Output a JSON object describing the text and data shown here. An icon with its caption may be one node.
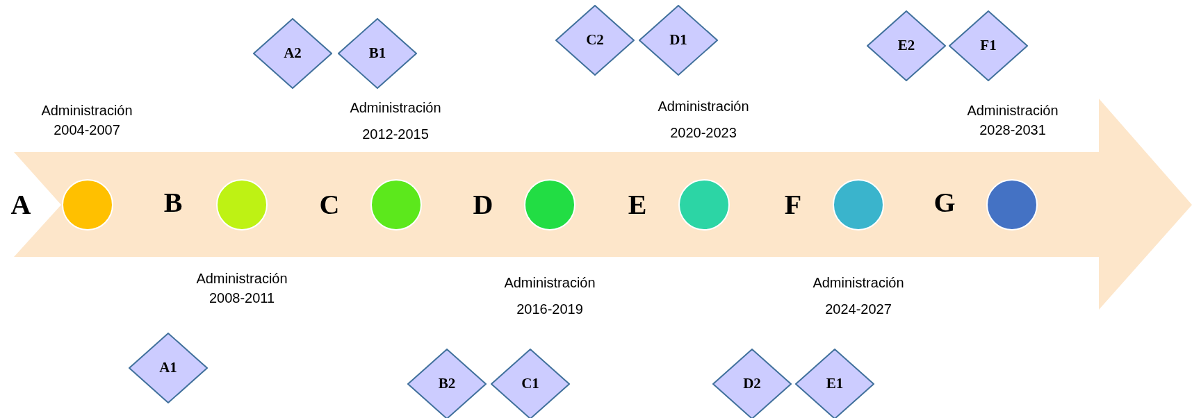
{
  "diagram": {
    "nodes": [
      {
        "text": [
          "A2"
        ]
      },
      {
        "text": [
          "B1"
        ]
      },
      {
        "text": [
          "C2"
        ]
      },
      {
        "text": [
          "D1"
        ]
      },
      {
        "text": [
          "E2"
        ]
      },
      {
        "text": [
          "F1"
        ]
      },
      {
        "text": [],
        "shape": "circle"
      },
      {
        "text": [],
        "shape": "circle"
      },
      {
        "text": [],
        "shape": "circle"
      },
      {
        "text": [],
        "shape": "circle"
      },
      {
        "text": [],
        "shape": "circle"
      },
      {
        "text": [],
        "shape": "circle"
      },
      {
        "text": [],
        "shape": "circle"
      },
      {
        "text": [
          "A1"
        ]
      },
      {
        "text": [
          "B2"
        ]
      },
      {
        "text": [
          "C1"
        ]
      },
      {
        "text": [
          "D2"
        ]
      },
      {
        "text": [
          "E1"
        ]
      }
    ],
    "labels": [
      "Administración 2004-2007",
      "Administración 2012-2015",
      "Administración 2020-2023",
      "Administración 2028-2031",
      "A",
      "B",
      "C",
      "D",
      "E",
      "F",
      "G",
      "Administración 2008-2011",
      "Administración 2016-2019",
      "Administración 2024-2027"
    ]
  }
}
